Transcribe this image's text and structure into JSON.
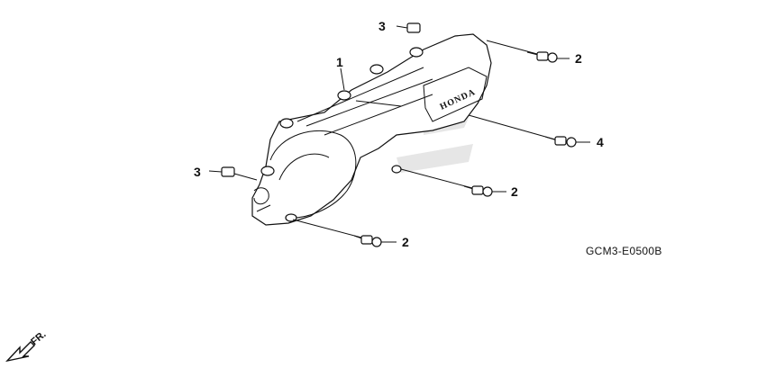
{
  "diagram": {
    "brand_text": "HONDA",
    "drawing_code": "GCM3-E0500B",
    "front_marker": "FR."
  },
  "callouts": [
    {
      "id": "1",
      "label": "1"
    },
    {
      "id": "2a",
      "label": "2"
    },
    {
      "id": "2b",
      "label": "2"
    },
    {
      "id": "2c",
      "label": "2"
    },
    {
      "id": "3a",
      "label": "3"
    },
    {
      "id": "3b",
      "label": "3"
    },
    {
      "id": "4",
      "label": "4"
    }
  ]
}
